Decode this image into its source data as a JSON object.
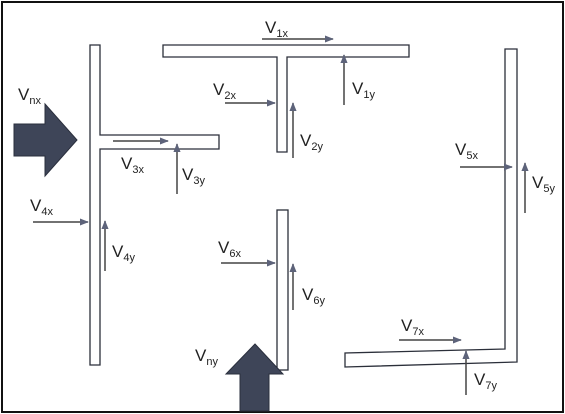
{
  "colors": {
    "frame": "#111111",
    "member_stroke": "#2b2f3a",
    "member_fill": "#ffffff",
    "arrow": "#6c7289",
    "big_arrow": "#3e4558",
    "text": "#222222"
  },
  "labels": {
    "v1x": {
      "main": "V",
      "sub": "1x"
    },
    "v1y": {
      "main": "V",
      "sub": "1y"
    },
    "v2x": {
      "main": "V",
      "sub": "2x"
    },
    "v2y": {
      "main": "V",
      "sub": "2y"
    },
    "v3x": {
      "main": "V",
      "sub": "3x"
    },
    "v3y": {
      "main": "V",
      "sub": "3y"
    },
    "v4x": {
      "main": "V",
      "sub": "4x"
    },
    "v4y": {
      "main": "V",
      "sub": "4y"
    },
    "v5x": {
      "main": "V",
      "sub": "5x"
    },
    "v5y": {
      "main": "V",
      "sub": "5y"
    },
    "v6x": {
      "main": "V",
      "sub": "6x"
    },
    "v6y": {
      "main": "V",
      "sub": "6y"
    },
    "v7x": {
      "main": "V",
      "sub": "7x"
    },
    "v7y": {
      "main": "V",
      "sub": "7y"
    },
    "vnx": {
      "main": "V",
      "sub": "nx"
    },
    "vny": {
      "main": "V",
      "sub": "ny"
    }
  }
}
